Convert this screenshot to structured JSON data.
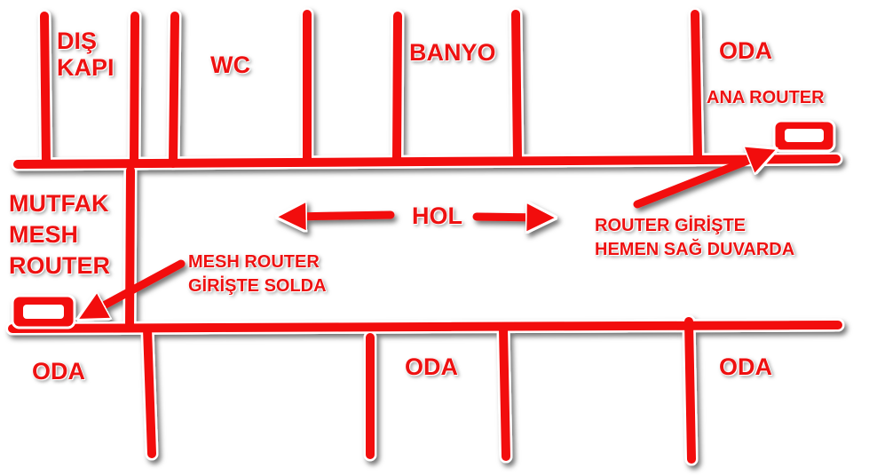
{
  "colors": {
    "wall": "#f20a0a",
    "text": "#ee1111",
    "outline": "#ffffff",
    "background": "#ffffff"
  },
  "labels": {
    "dis_kapi": [
      "DIŞ",
      "KAPI"
    ],
    "wc": "WC",
    "banyo": "BANYO",
    "oda_top_right": "ODA",
    "ana_router": "ANA ROUTER",
    "hol": "HOL",
    "mutfak_mesh_router": [
      "MUTFAK",
      "MESH",
      "ROUTER"
    ],
    "mesh_router_note": [
      "MESH ROUTER",
      "GİRİŞTE SOLDA"
    ],
    "router_note": [
      "ROUTER GİRİŞTE",
      "HEMEN SAĞ DUVARDA"
    ],
    "oda_bottom_left": "ODA",
    "oda_bottom_middle": "ODA",
    "oda_bottom_right": "ODA"
  },
  "devices": {
    "main_router_icon": "router-box-icon",
    "mesh_router_icon": "router-box-icon"
  }
}
